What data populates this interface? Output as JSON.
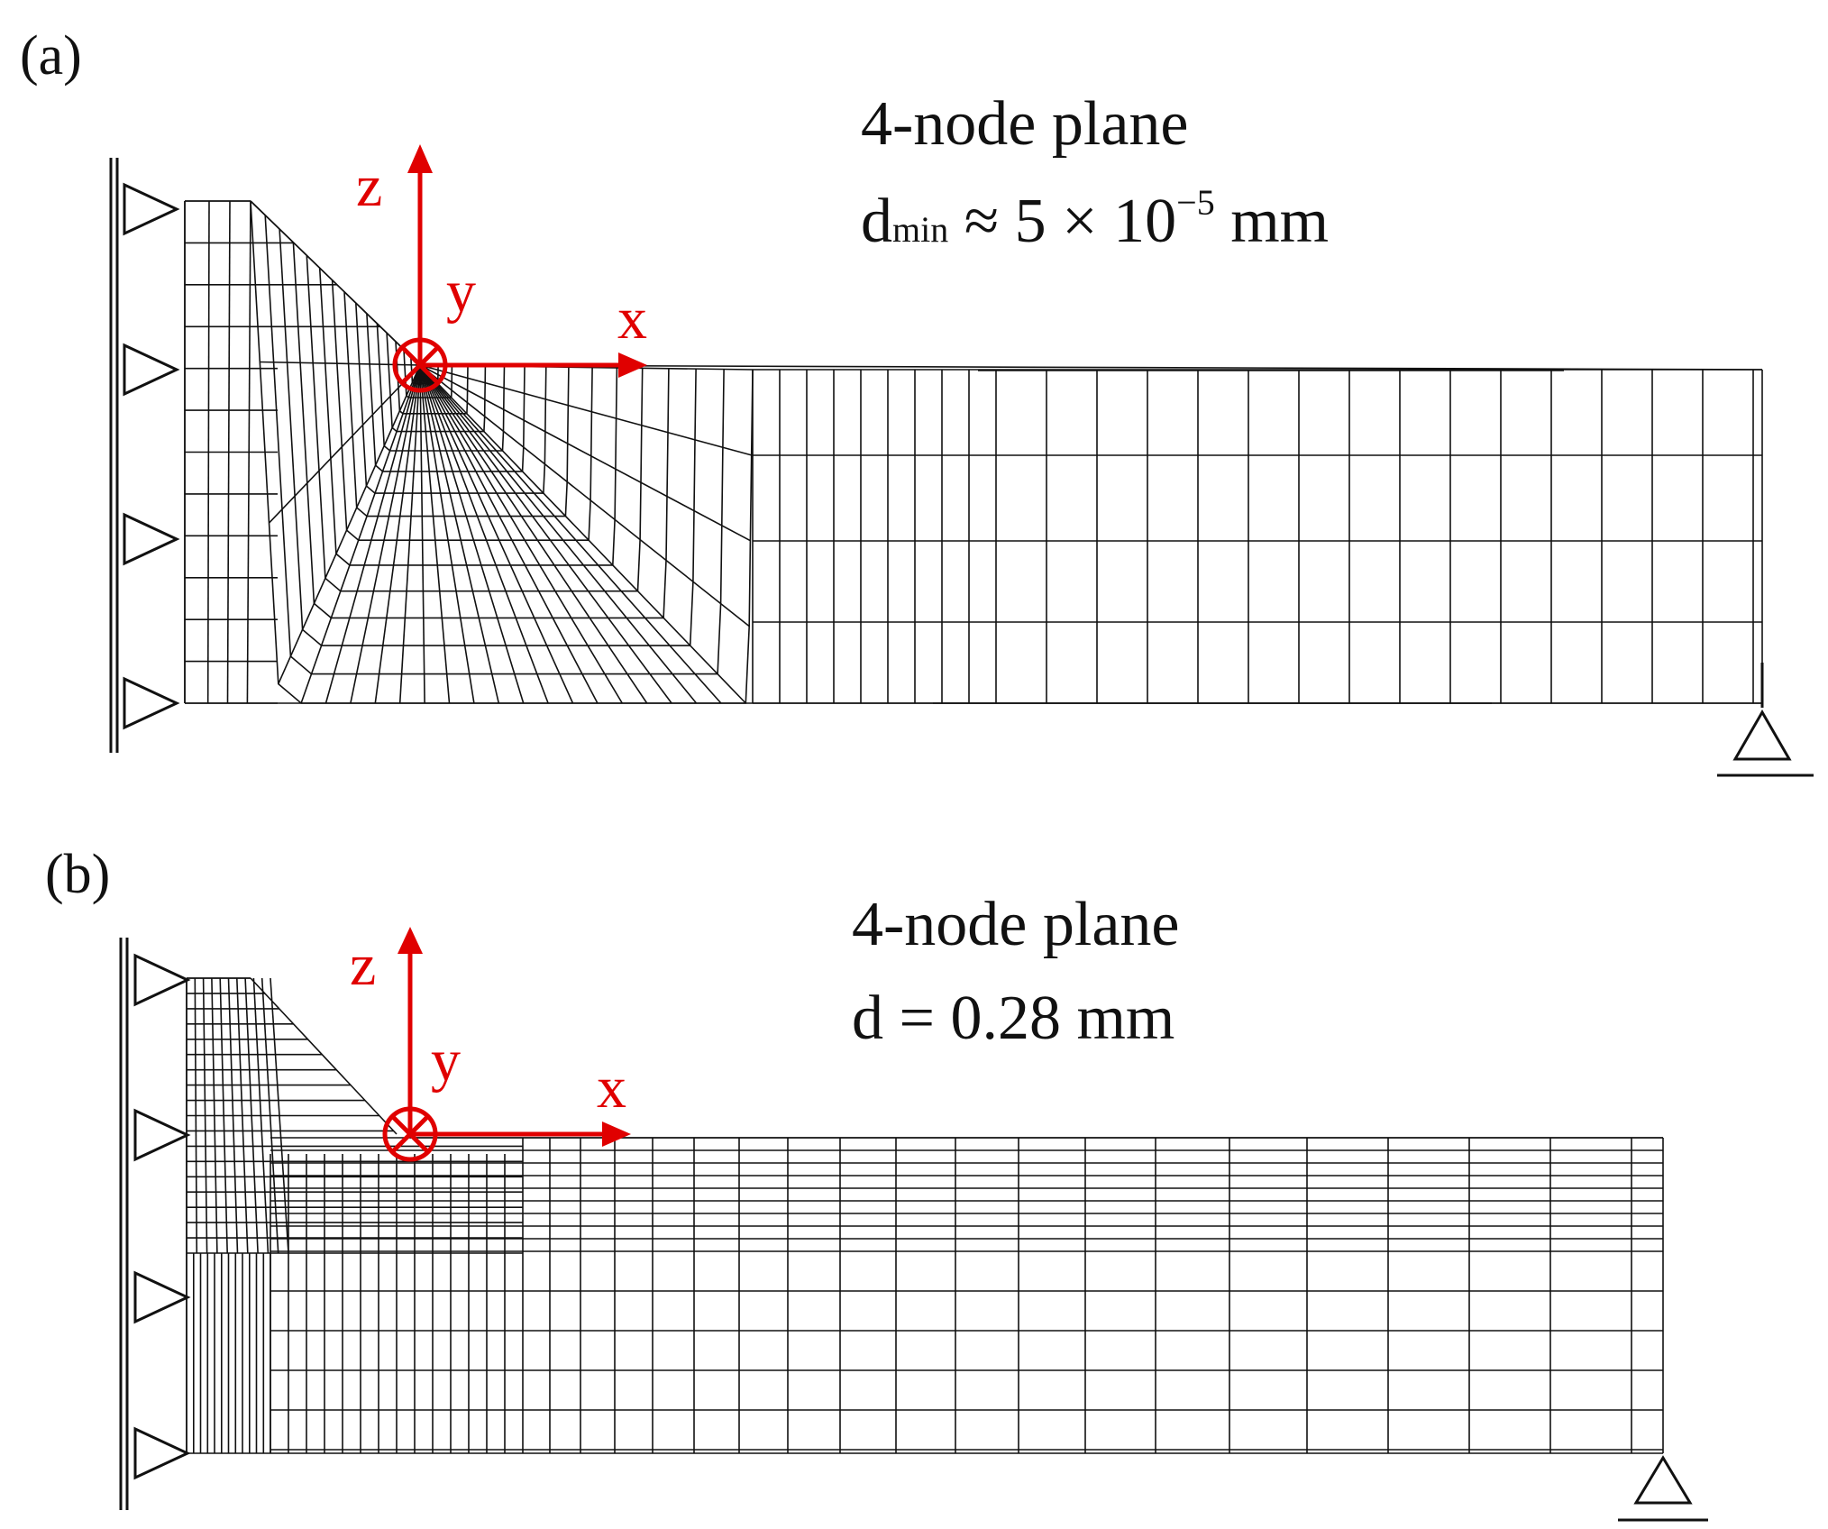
{
  "panels": [
    {
      "label": "(a)",
      "element_text": "4-node  plane",
      "size_prefix": "d",
      "size_sub": "min",
      "size_mid": " ≈ 5 × 10",
      "size_sup": "−5",
      "size_unit": " mm",
      "axes": {
        "z": "z",
        "y": "y",
        "x": "x"
      }
    },
    {
      "label": "(b)",
      "element_text": "4-node  plane",
      "size_text": "d = 0.28 mm",
      "axes": {
        "z": "z",
        "y": "y",
        "x": "x"
      }
    }
  ],
  "colors": {
    "axes": "#e00000",
    "mesh": "#111111",
    "background": "#ffffff"
  }
}
